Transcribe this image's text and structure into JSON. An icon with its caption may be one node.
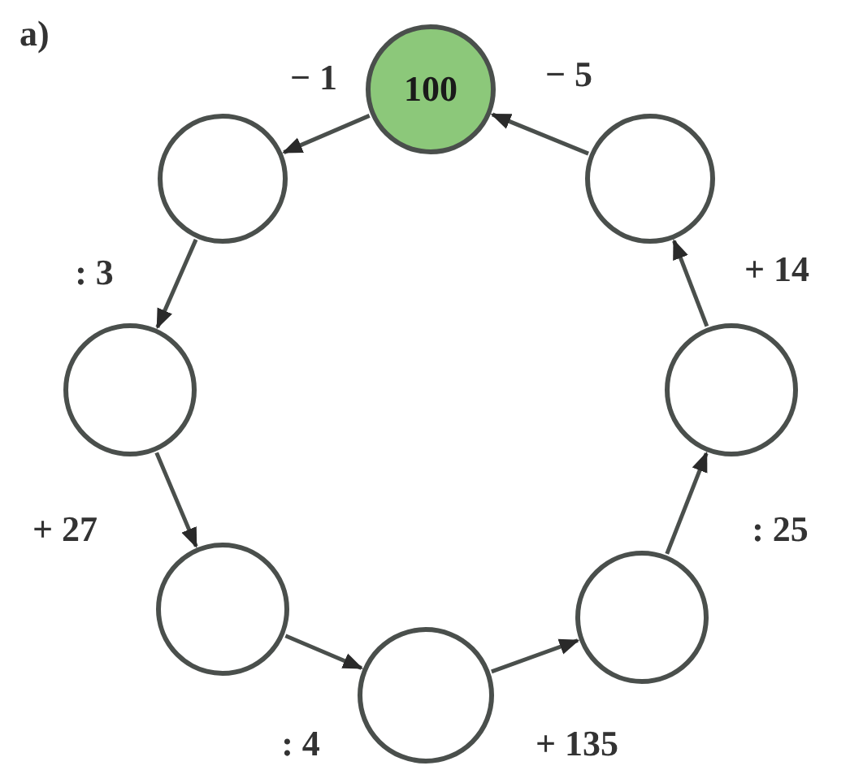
{
  "diagram": {
    "nodes": [
      {
        "text": [
          "100"
        ]
      },
      {
        "text": [],
        "shape": "circle"
      },
      {
        "text": [],
        "shape": "circle"
      },
      {
        "text": [],
        "shape": "circle"
      },
      {
        "text": [],
        "shape": "circle"
      },
      {
        "text": [],
        "shape": "circle"
      },
      {
        "text": [],
        "shape": "circle"
      },
      {
        "text": [],
        "shape": "circle"
      }
    ],
    "edges": [
      {
        "from": 0,
        "to": 1,
        "arrow": "to",
        "label": "− 1"
      },
      {
        "from": 1,
        "to": 2,
        "arrow": "to",
        "label": ": 3"
      },
      {
        "from": 2,
        "to": 3,
        "arrow": "to",
        "label": "+ 27"
      },
      {
        "from": 3,
        "to": 4,
        "arrow": "to",
        "label": ": 4"
      },
      {
        "from": 4,
        "to": 5,
        "arrow": "to",
        "label": "+ 135"
      },
      {
        "from": 5,
        "to": 6,
        "arrow": "to",
        "label": ": 25"
      },
      {
        "from": 6,
        "to": 7,
        "arrow": "to",
        "label": "+ 14"
      },
      {
        "from": 7,
        "to": 0,
        "arrow": "to",
        "label": "− 5"
      }
    ],
    "labels": [
      "a)"
    ]
  }
}
